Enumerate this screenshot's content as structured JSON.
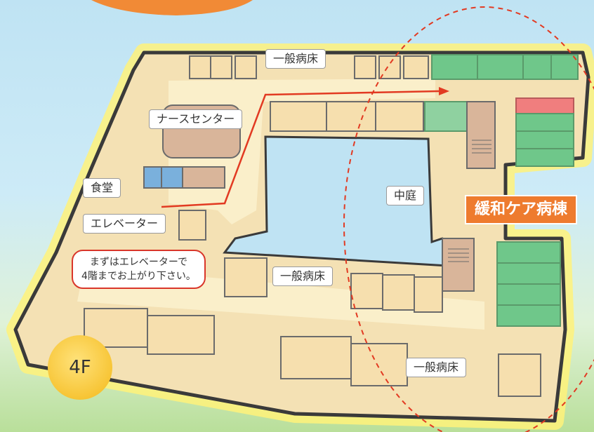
{
  "floor_label": "4F",
  "rooms": {
    "general_ward_top": "一般病床",
    "general_ward_middle": "一般病床",
    "general_ward_bottom": "一般病床",
    "nurse_center": "ナースセンター",
    "dining": "食堂",
    "elevator": "エレベーター",
    "courtyard": "中庭",
    "palliative_care_ward": "緩和ケア病棟"
  },
  "instruction": {
    "line1": "まずはエレベーターで",
    "line2": "4階までお上がり下さい。"
  },
  "colors": {
    "corridor": "#f4e1b4",
    "outline": "#3a3a3a",
    "glow": "#fff27a",
    "room_green": "#6fc78a",
    "room_red": "#f07e7e",
    "courtyard": "#bfe3f3",
    "route_arrow": "#e23a22",
    "highlight_circle": "#e23a22",
    "ward_label_bg": "#ee7b2e"
  }
}
